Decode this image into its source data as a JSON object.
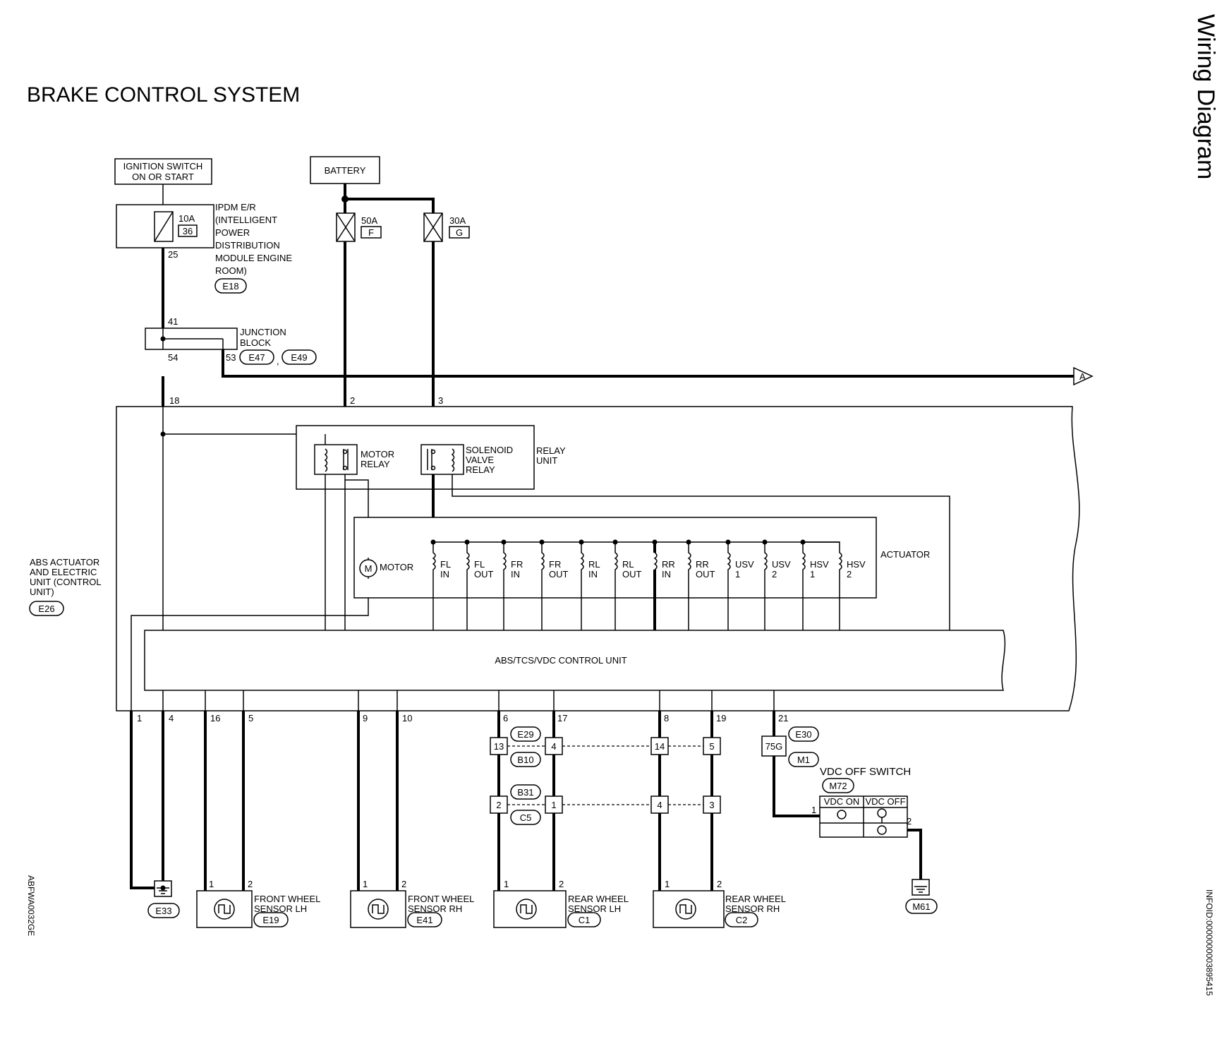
{
  "page": {
    "title": "BRAKE CONTROL SYSTEM",
    "side_title": "Wiring Diagram",
    "left_ref": "ABFWA0032GE",
    "right_ref": "INFOID:0000000003895415"
  },
  "power": {
    "ignition": [
      "IGNITION SWITCH",
      "ON OR START"
    ],
    "battery": "BATTERY",
    "fuse_10a": "10A",
    "fuse_10a_no": "36",
    "fuse_50a": "50A",
    "fuse_50a_no": "F",
    "fuse_30a": "30A",
    "fuse_30a_no": "G"
  },
  "ipdm": {
    "lines": [
      "IPDM E/R",
      "(INTELLIGENT",
      "POWER",
      "DISTRIBUTION",
      "MODULE ENGINE",
      "ROOM)"
    ],
    "connector": "E18",
    "pin": "25"
  },
  "junction": {
    "lines": [
      "JUNCTION",
      "BLOCK"
    ],
    "conn1": "E47",
    "conn2": "E49",
    "sep": ",",
    "pin_in": "41",
    "pin_out": "54",
    "pin_a": "53"
  },
  "abs_unit": {
    "lines": [
      "ABS ACTUATOR",
      "AND ELECTRIC",
      "UNIT (CONTROL",
      "UNIT)"
    ],
    "connector": "E26",
    "control_unit": "ABS/TCS/VDC CONTROL UNIT",
    "top_pins": [
      "18",
      "2",
      "3"
    ],
    "bottom_pins": [
      "1",
      "4",
      "16",
      "5",
      "9",
      "10",
      "6",
      "17",
      "8",
      "19",
      "21"
    ],
    "arrow": "A"
  },
  "relay": {
    "motor": [
      "MOTOR",
      "RELAY"
    ],
    "solenoid": [
      "SOLENOID",
      "VALVE",
      "RELAY"
    ],
    "unit": [
      "RELAY",
      "UNIT"
    ]
  },
  "actuator": {
    "label": "ACTUATOR",
    "motor": "MOTOR",
    "motor_symbol": "M",
    "valves": [
      [
        "FL",
        "IN"
      ],
      [
        "FL",
        "OUT"
      ],
      [
        "FR",
        "IN"
      ],
      [
        "FR",
        "OUT"
      ],
      [
        "RL",
        "IN"
      ],
      [
        "RL",
        "OUT"
      ],
      [
        "RR",
        "IN"
      ],
      [
        "RR",
        "OUT"
      ],
      [
        "USV",
        "1"
      ],
      [
        "USV",
        "2"
      ],
      [
        "HSV",
        "1"
      ],
      [
        "HSV",
        "2"
      ]
    ]
  },
  "connectors": {
    "e29": "E29",
    "b10": "B10",
    "b31": "B31",
    "c5": "C5",
    "e30": "E30",
    "m1": "M1",
    "row1": [
      "13",
      "4",
      "14",
      "5"
    ],
    "row2": [
      "2",
      "1",
      "4",
      "3"
    ],
    "p75g": "75G"
  },
  "vdc": {
    "label": "VDC OFF SWITCH",
    "connector": "M72",
    "on": "VDC ON",
    "off": "VDC OFF",
    "pin1": "1",
    "pin2": "2",
    "ground": "M61"
  },
  "sensors": [
    {
      "lines": [
        "FRONT WHEEL",
        "SENSOR LH"
      ],
      "connector": "E19"
    },
    {
      "lines": [
        "FRONT WHEEL",
        "SENSOR RH"
      ],
      "connector": "E41"
    },
    {
      "lines": [
        "REAR WHEEL",
        "SENSOR LH"
      ],
      "connector": "C1"
    },
    {
      "lines": [
        "REAR WHEEL",
        "SENSOR RH"
      ],
      "connector": "C2"
    }
  ],
  "sensor_pins": [
    "1",
    "2"
  ],
  "ground_e33": "E33"
}
